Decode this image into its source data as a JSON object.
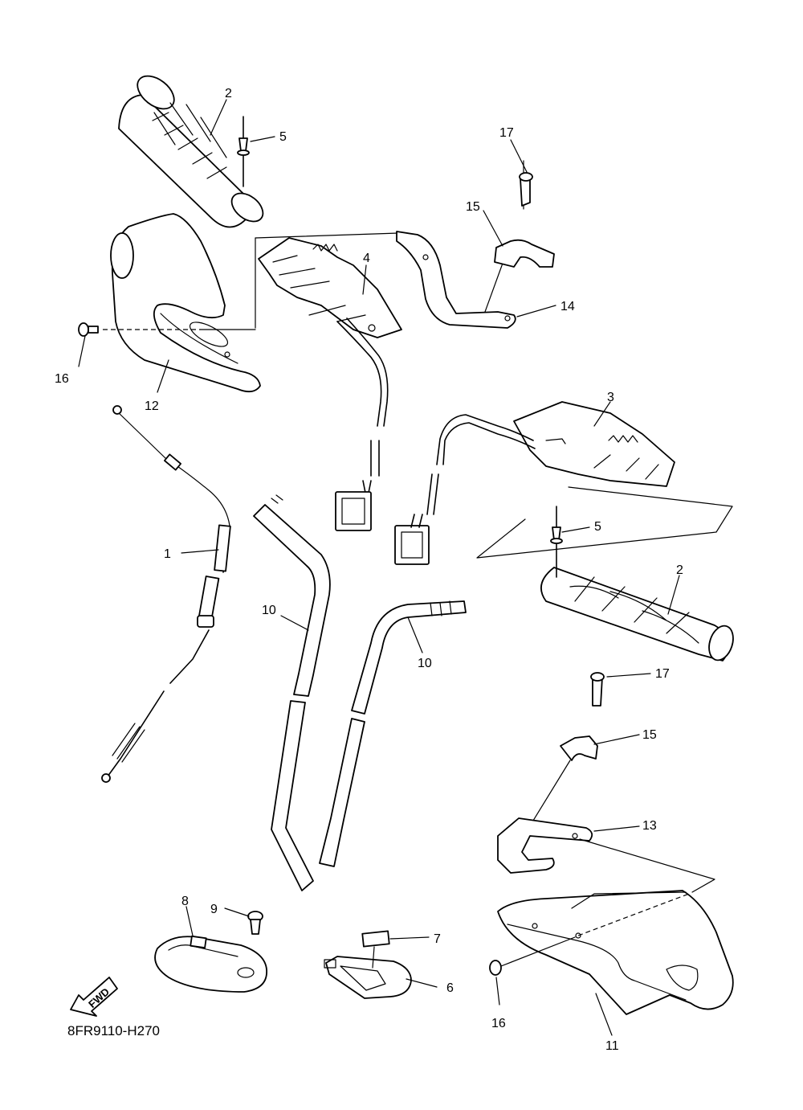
{
  "diagram": {
    "code": "8FR9110-H270",
    "fwd_label": "FWD",
    "callouts": {
      "c2a": "2",
      "c5a": "5",
      "c17a": "17",
      "c15a": "15",
      "c4": "4",
      "c14": "14",
      "c16a": "16",
      "c12": "12",
      "c3": "3",
      "c1": "1",
      "c5b": "5",
      "c2b": "2",
      "c10a": "10",
      "c10b": "10",
      "c17b": "17",
      "c15b": "15",
      "c13": "13",
      "c8": "8",
      "c9": "9",
      "c7": "7",
      "c6": "6",
      "c16b": "16",
      "c11": "11"
    }
  }
}
